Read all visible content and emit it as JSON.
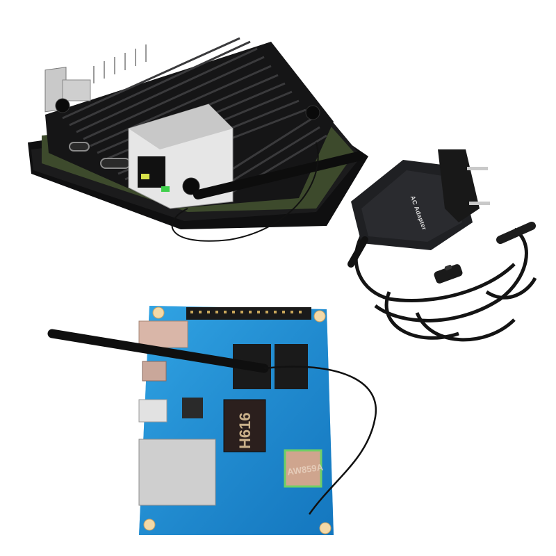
{
  "scene": {
    "title": "Orange Pi Zero 2-style SBC kit: aluminum heatsink case, power adapter with switch cable, bare board",
    "background_color": "#ffffff"
  },
  "products": {
    "case": {
      "name": "Black aluminum heatsink case with mounted board",
      "color": "#1a1a1a"
    },
    "adapter": {
      "name": "AC power adapter with inline switch",
      "label_text": "AC Adapter",
      "color": "#202124"
    },
    "board": {
      "name": "Single-board computer (bare)",
      "soc_label": "H616",
      "wifi_module_label": "AW859A",
      "pcb_color": "#1e8fd6"
    }
  }
}
